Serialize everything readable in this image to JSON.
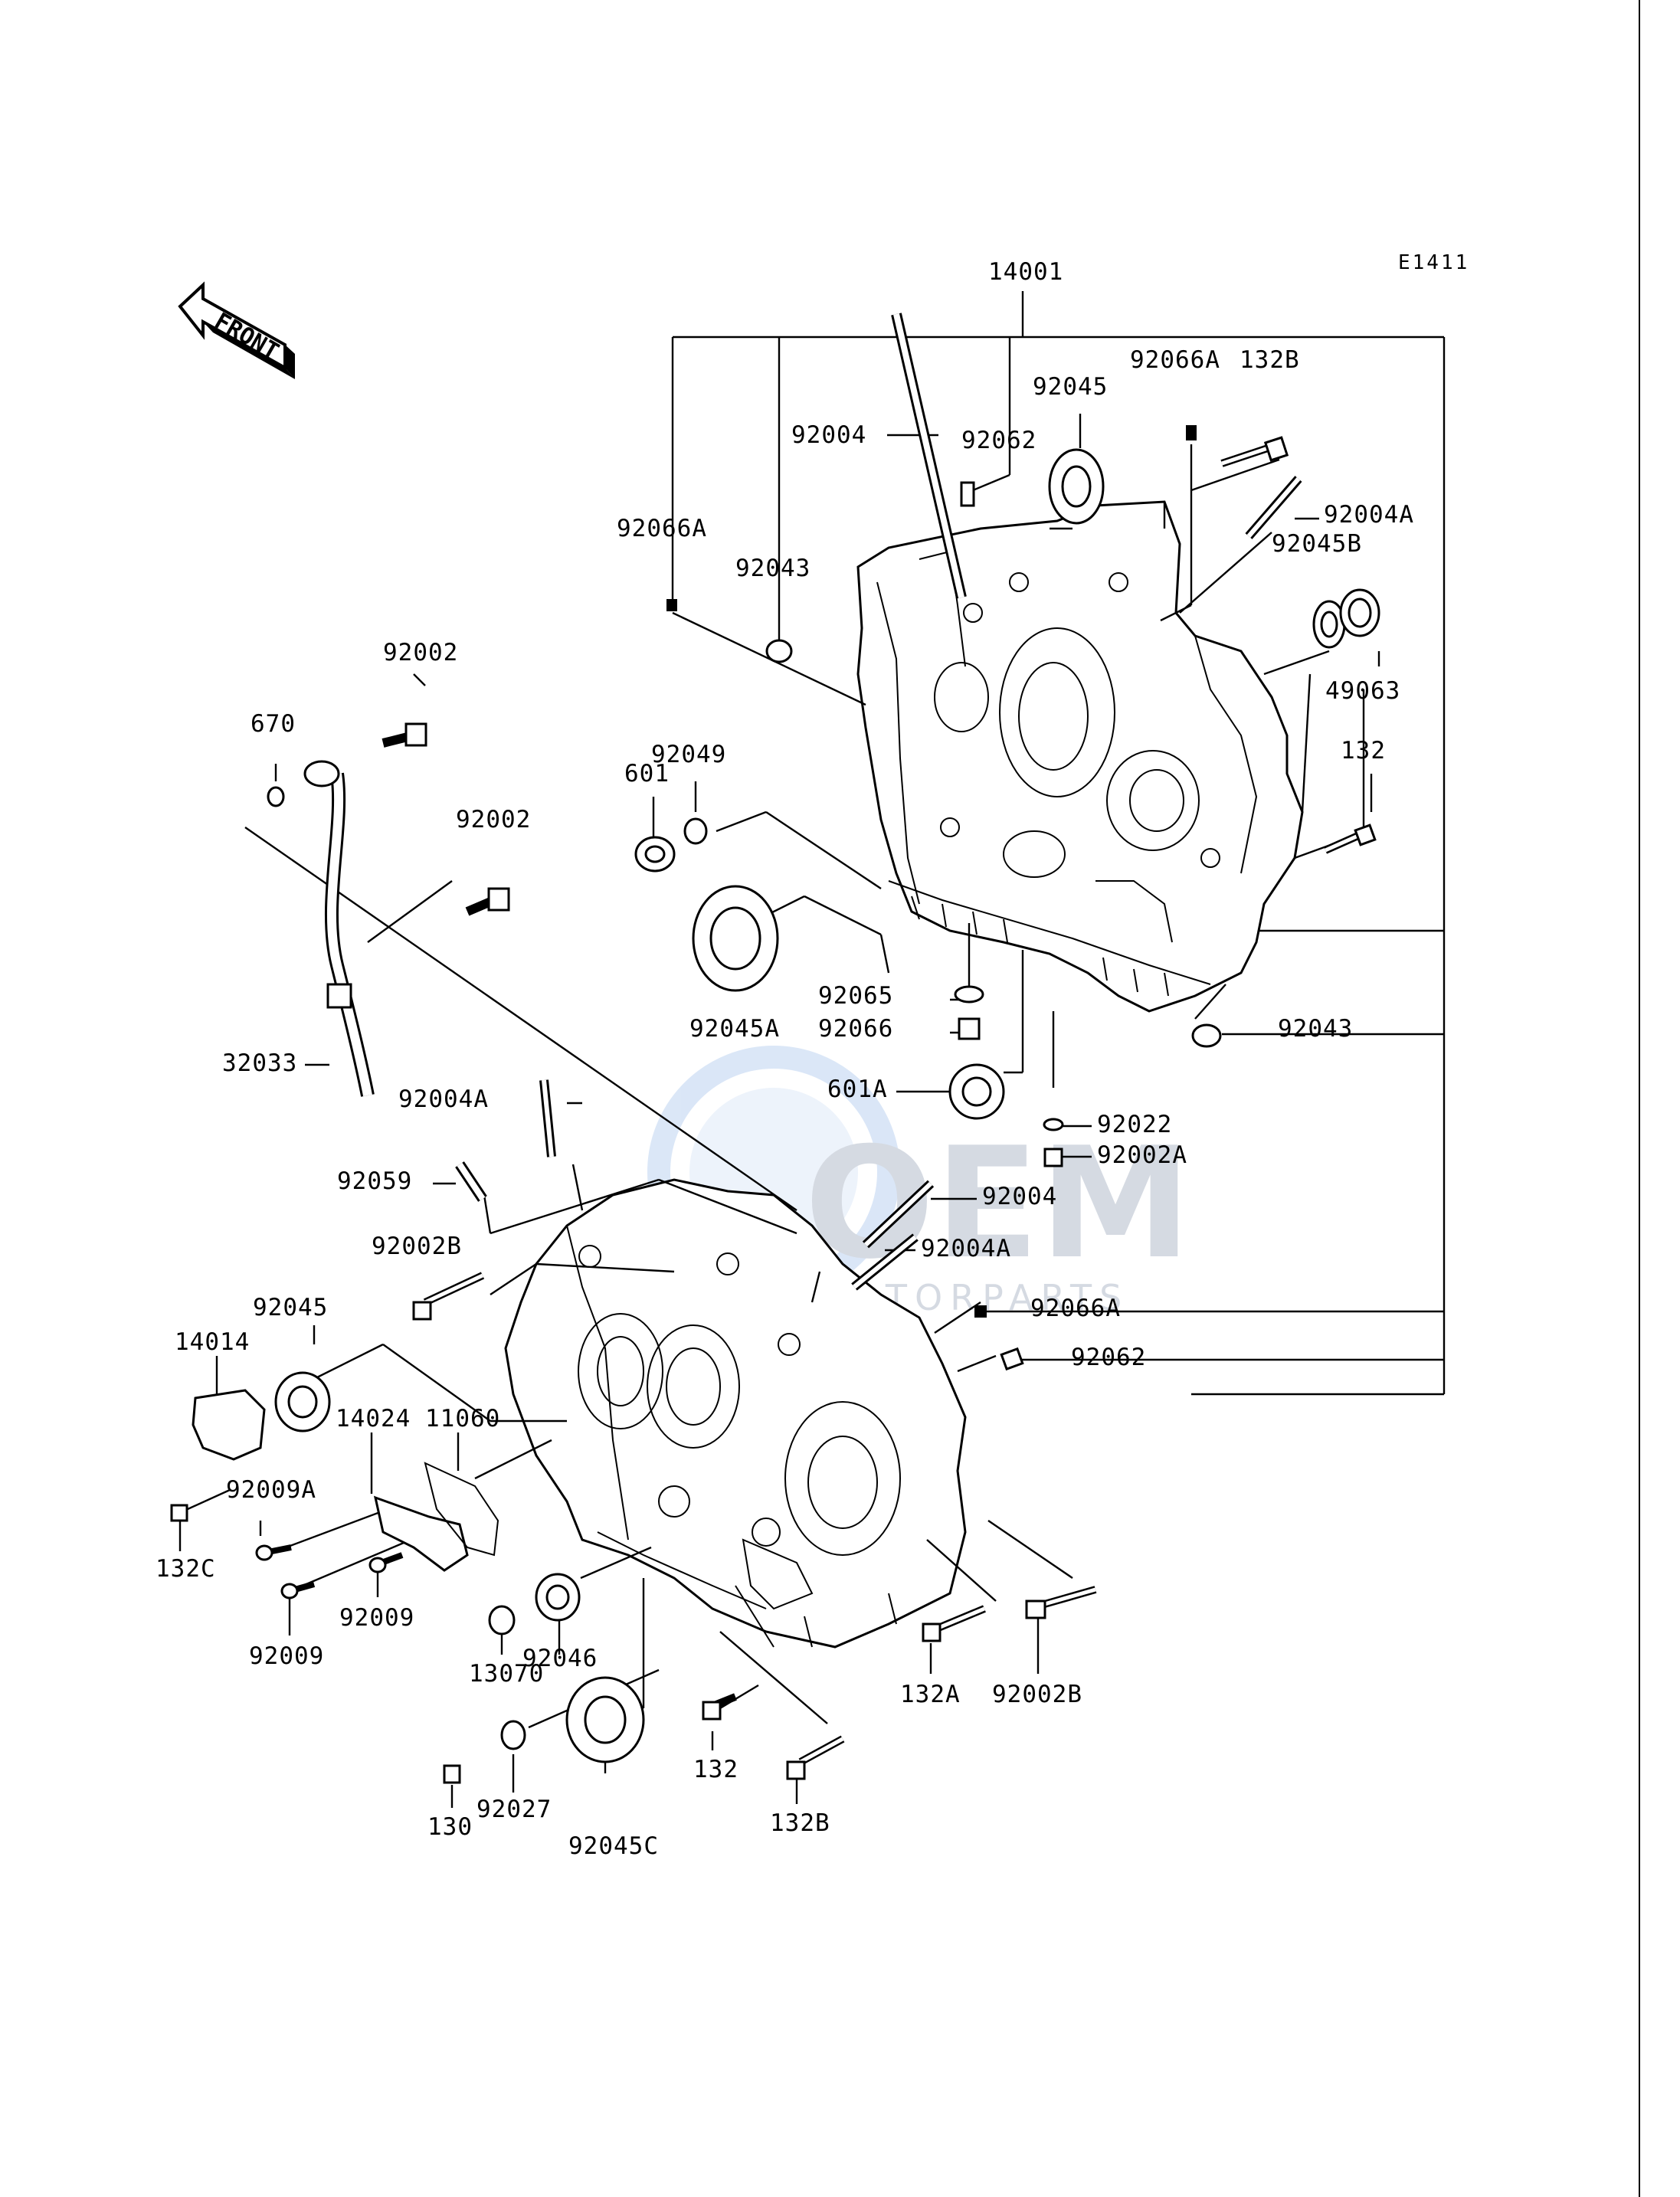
{
  "diagram_code": "E1411",
  "front_label": "FRONT",
  "watermark": {
    "brand": "OEM",
    "sub": "MOTORPARTS"
  },
  "labels": {
    "p14001": "14001",
    "p92066A_top": "92066A",
    "p132B_top": "132B",
    "p92045_top": "92045",
    "p92004_top": "92004",
    "p92062_top": "92062",
    "p92066A_left": "92066A",
    "p92004A_top": "92004A",
    "p92045B": "92045B",
    "p92043_top": "92043",
    "p49063": "49063",
    "p92002_a": "92002",
    "p670": "670",
    "p92049": "92049",
    "p601": "601",
    "p132_right": "132",
    "p92002_b": "92002",
    "p92065": "92065",
    "p92045A": "92045A",
    "p92066": "92066",
    "p92043_right": "92043",
    "p32033": "32033",
    "p92004A_mid": "92004A",
    "p601A": "601A",
    "p92022": "92022",
    "p92002A": "92002A",
    "p92059": "92059",
    "p92004_mid": "92004",
    "p92002B_left": "92002B",
    "p92004A_low": "92004A",
    "p92066A_low": "92066A",
    "p92045_left": "92045",
    "p14014": "14014",
    "p92062_low": "92062",
    "p14024": "14024",
    "p11060": "11060",
    "p92009A": "92009A",
    "p132C": "132C",
    "p92009_mid": "92009",
    "p92009_low": "92009",
    "p13070": "13070",
    "p92046": "92046",
    "p132A": "132A",
    "p92002B_right": "92002B",
    "p132_low": "132",
    "p132B_low": "132B",
    "p130": "130",
    "p92027": "92027",
    "p92045C": "92045C"
  }
}
